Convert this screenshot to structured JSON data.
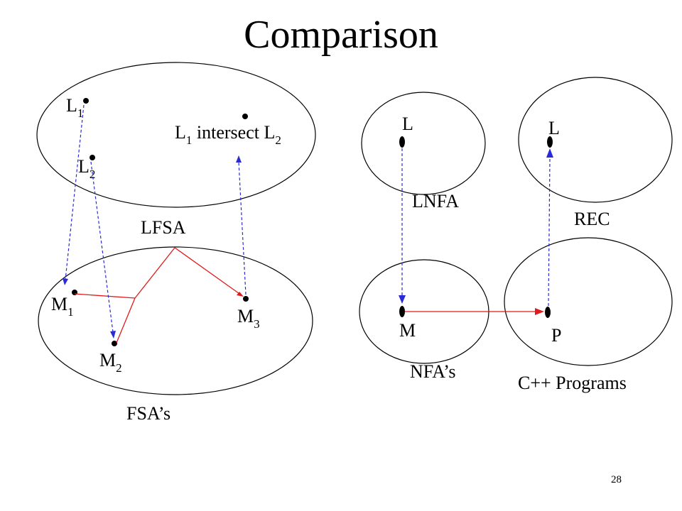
{
  "slide": {
    "title": "Comparison",
    "page_number": "28"
  },
  "left_diagram": {
    "top_set_label": "LFSA",
    "bottom_set_label": "FSA’s",
    "points": {
      "l1": {
        "base": "L",
        "sub": "1"
      },
      "l2": {
        "base": "L",
        "sub": "2"
      },
      "intersect": {
        "p1": "L",
        "s1": "1",
        "mid": " intersect ",
        "p2": "L",
        "s2": "2"
      },
      "m1": {
        "base": "M",
        "sub": "1"
      },
      "m2": {
        "base": "M",
        "sub": "2"
      },
      "m3": {
        "base": "M",
        "sub": "3"
      }
    }
  },
  "right_diagram": {
    "lnfa_label": "LNFA",
    "lnfa_point": "L",
    "nfa_label": "NFA’s",
    "nfa_point": "M",
    "rec_label": "REC",
    "rec_point": "L",
    "cpp_label": "C++ Programs",
    "cpp_point": "P"
  },
  "colors": {
    "mapping_arrow": "#2b2bd6",
    "construction_line": "#e01b1b",
    "outline": "#000000"
  }
}
